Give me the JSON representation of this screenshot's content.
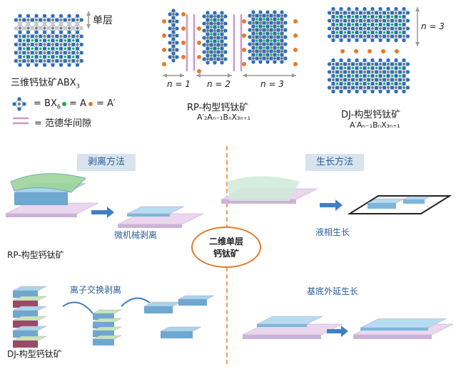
{
  "top": {
    "monolayer_label": "单层",
    "three_d_label": "三维钙钛矿ABX",
    "three_d_sub": "3",
    "legend": {
      "bx6": "= BX",
      "bx6_sub": "6",
      "a": "= A",
      "a_prime": "= A′",
      "vdw_gap": "= 范德华间隙"
    },
    "rp": {
      "n1": "n = 1",
      "n2": "n = 2",
      "n3": "n = 3",
      "title": "RP-构型钙钛矿",
      "formula": "A′₂Aₙ₋₁BₙX₃ₙ₊₁"
    },
    "dj": {
      "n3": "n = 3",
      "title": "DJ-构型钙钛矿",
      "formula": "A′Aₙ₋₁BₙX₃ₙ₊₁"
    }
  },
  "bottom": {
    "exfoliation_header": "剥离方法",
    "growth_header": "生长方法",
    "center_line1": "二维单层",
    "center_line2": "钙钛矿",
    "mechanical": "微机械剥离",
    "rp_label": "RP-构型钙钛矿",
    "ion_exchange": "离子交换剥离",
    "dj_label": "DJ-构型钙钛矿",
    "liquid": "液相生长",
    "epitaxial": "基底外延生长"
  },
  "colors": {
    "blue": "#2d6db5",
    "gray": "#7a7a7a",
    "green": "#1fae4b",
    "orange": "#e8792a",
    "purple": "#c99ac9",
    "header_bg": "#d9e3ee"
  }
}
